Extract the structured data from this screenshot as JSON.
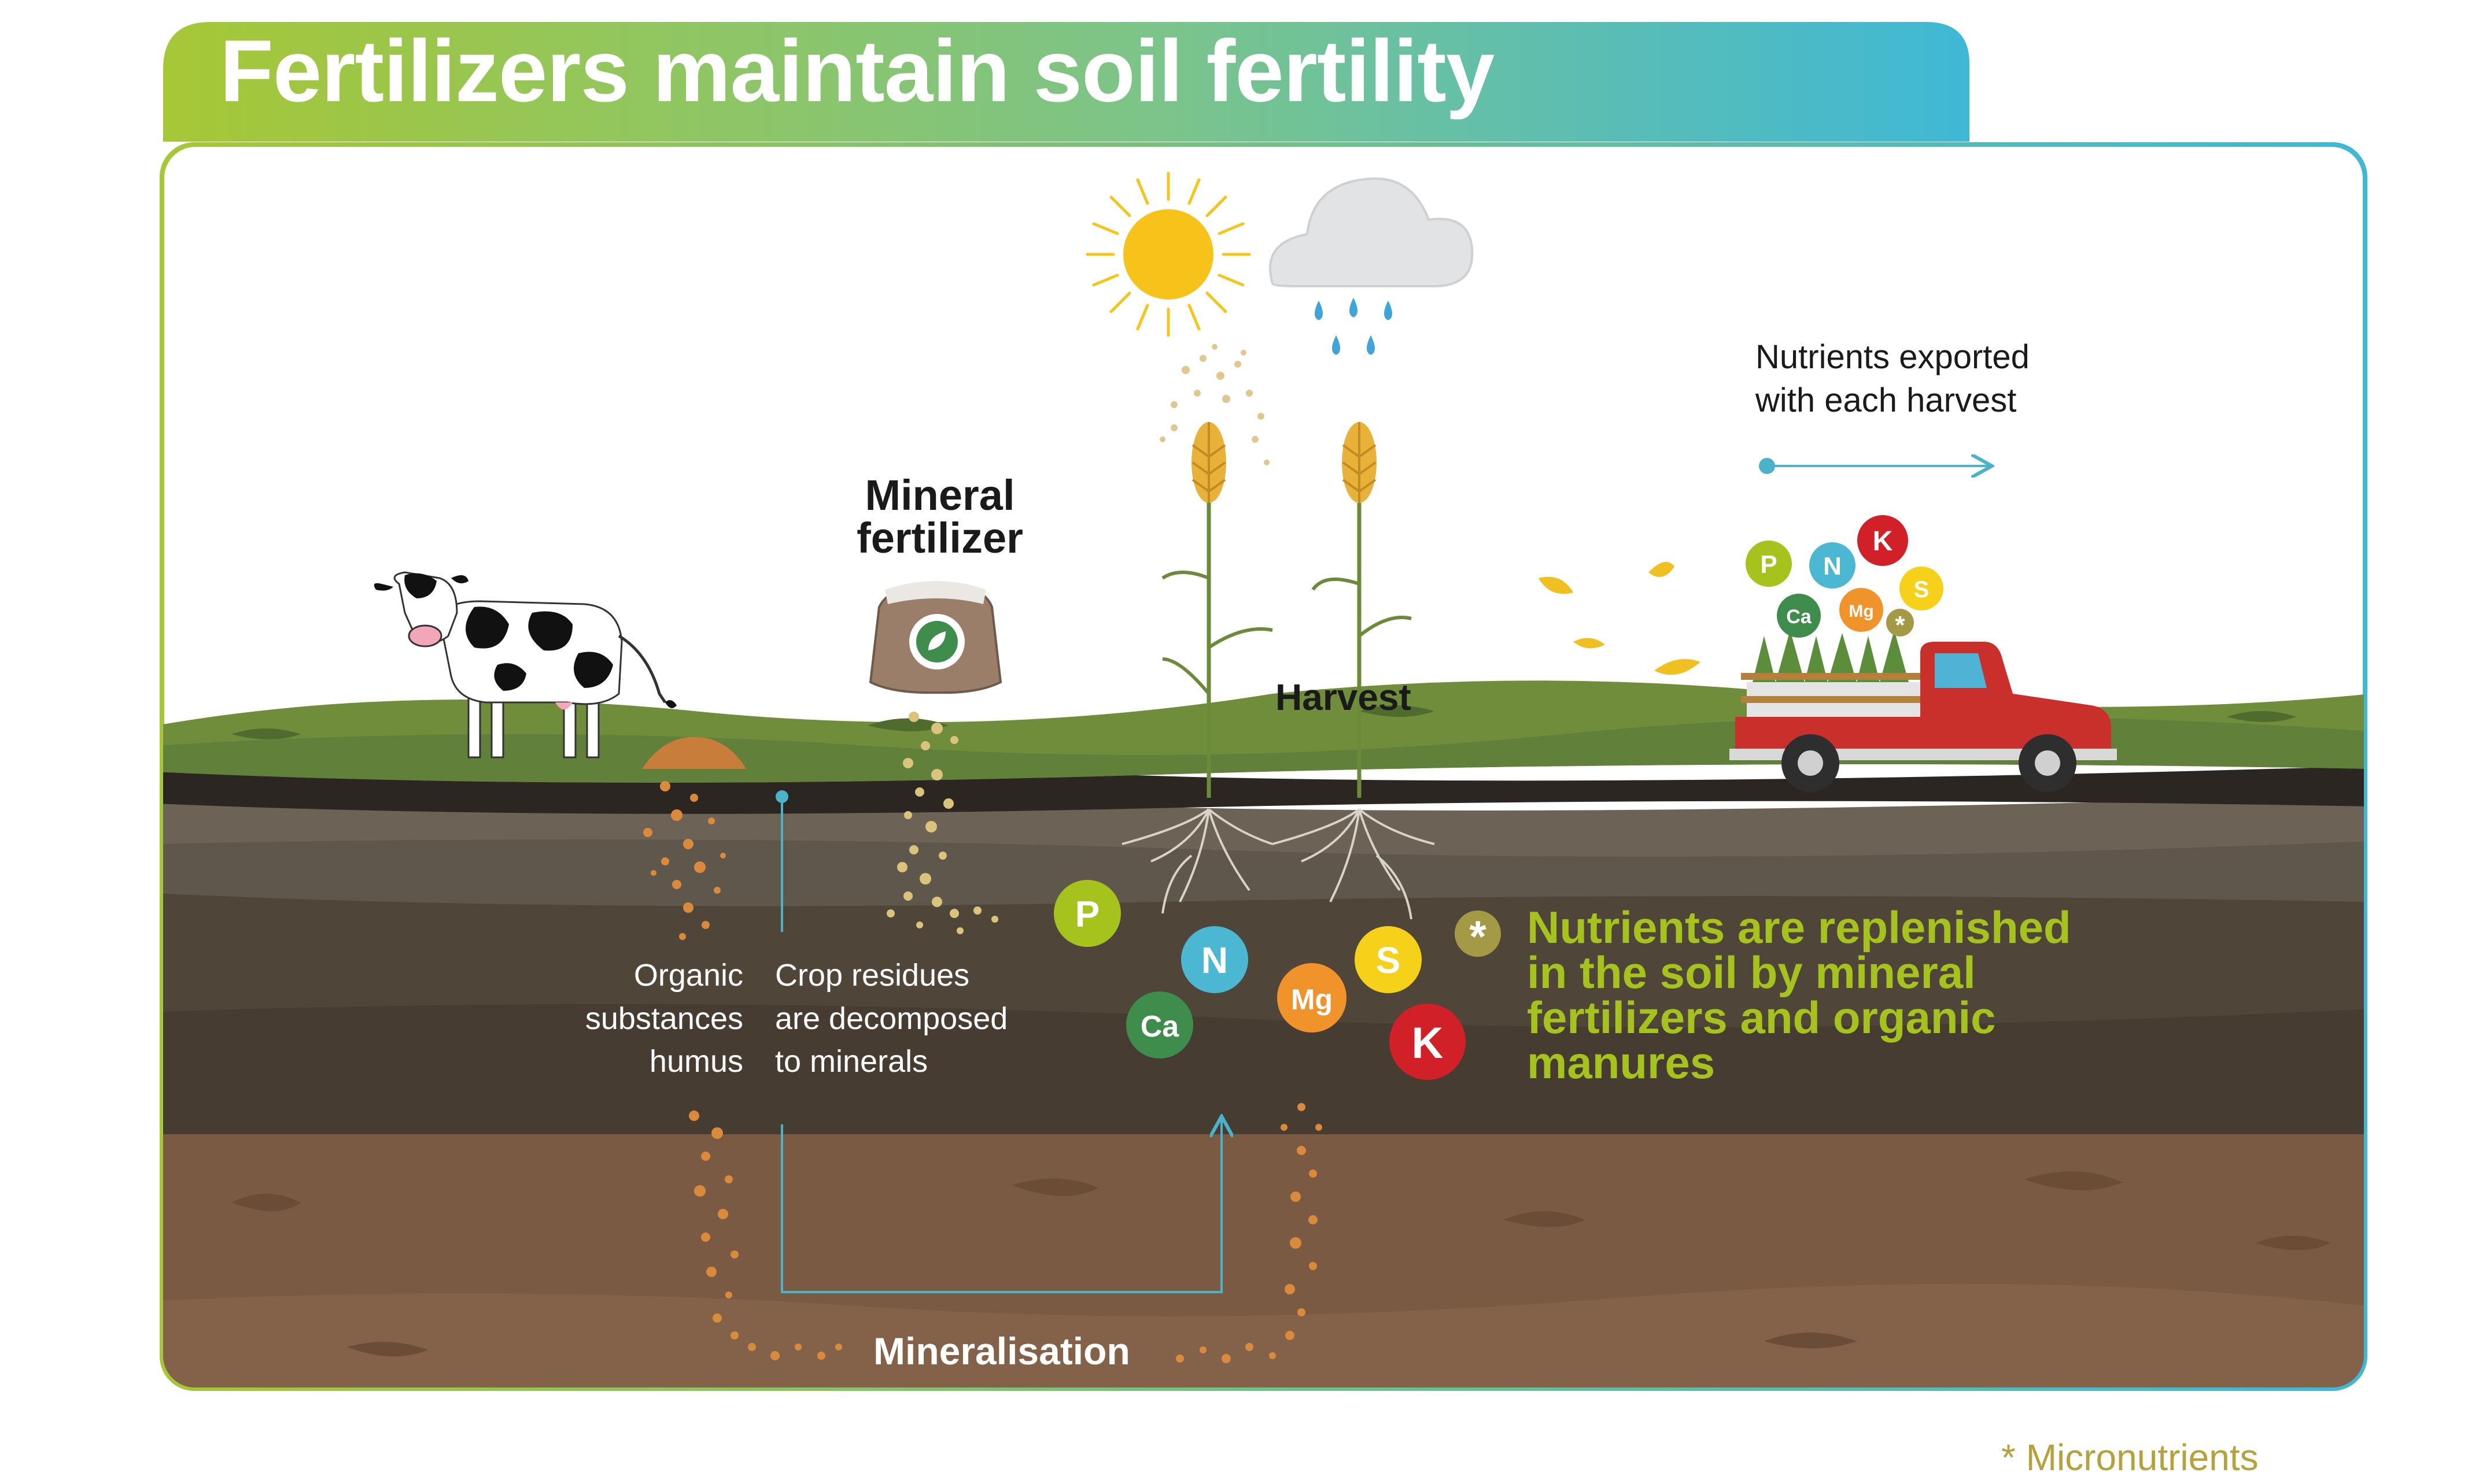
{
  "title": "Fertilizers maintain soil fertility",
  "labels": {
    "mineral_fertilizer": [
      "Mineral",
      "fertilizer"
    ],
    "harvest": "Harvest",
    "nutrients_exported": [
      "Nutrients exported",
      "with each harvest"
    ],
    "organic": [
      "Organic",
      "substances",
      "humus"
    ],
    "crop_residues": [
      "Crop residues",
      "are decomposed",
      "to minerals"
    ],
    "mineralisation": "Mineralisation",
    "replenished": [
      "Nutrients are replenished",
      "in the soil by mineral",
      "fertilizers and organic",
      "manures"
    ],
    "micronutrients": "* Micronutrients"
  },
  "soil_nutrients": [
    {
      "symbol": "P",
      "color": "#a6c21d"
    },
    {
      "symbol": "N",
      "color": "#4bb7d2"
    },
    {
      "symbol": "Ca",
      "color": "#3f8d4c"
    },
    {
      "symbol": "Mg",
      "color": "#f0932b"
    },
    {
      "symbol": "S",
      "color": "#f5d11a"
    },
    {
      "symbol": "K",
      "color": "#d12027"
    },
    {
      "symbol": "*",
      "color": "#a49a45"
    }
  ],
  "truck_nutrients": [
    {
      "symbol": "P",
      "color": "#a6c21d"
    },
    {
      "symbol": "N",
      "color": "#4bb7d2"
    },
    {
      "symbol": "K",
      "color": "#d12027"
    },
    {
      "symbol": "Ca",
      "color": "#3f8d4c"
    },
    {
      "symbol": "Mg",
      "color": "#f0932b"
    },
    {
      "symbol": "S",
      "color": "#f5d11a"
    },
    {
      "symbol": "*",
      "color": "#a49a45"
    }
  ],
  "colors": {
    "banner_start": "#a6c736",
    "banner_end": "#3fb8d6",
    "grass": "#6f8d3a",
    "topsoil": "#6c6356",
    "subsoil": "#4a4035",
    "deep_soil": "#7a5a42",
    "arrow": "#4ab3c9",
    "accent_green": "#a6c21d"
  },
  "icons": [
    "sun-icon",
    "cloud-icon",
    "rain-icon",
    "cow-icon",
    "fertilizer-bag-icon",
    "wheat-plant-icon",
    "truck-icon",
    "leaf-icon"
  ]
}
